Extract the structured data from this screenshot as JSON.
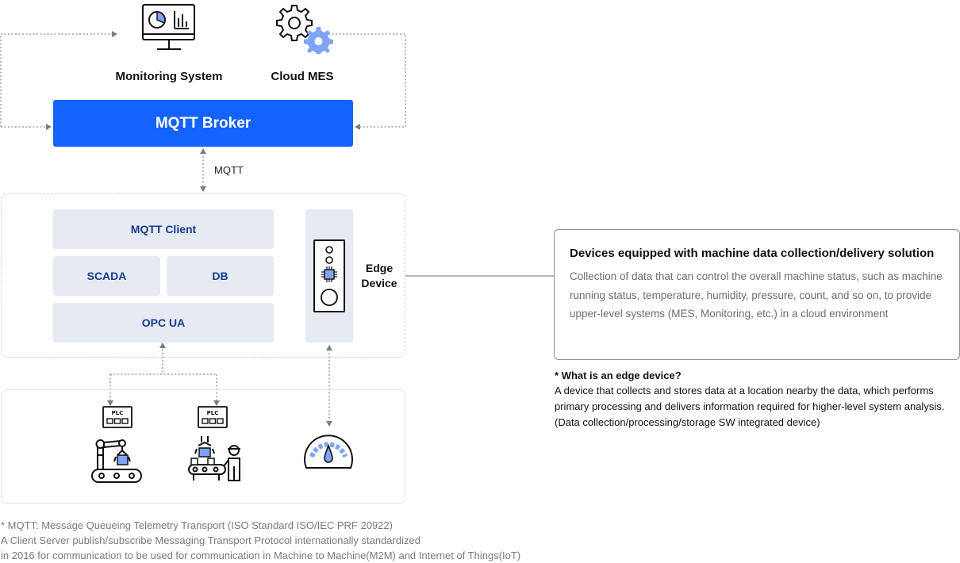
{
  "top_icons": {
    "monitoring_label": "Monitoring System",
    "cloud_mes_label": "Cloud MES"
  },
  "broker": {
    "label": "MQTT Broker"
  },
  "protocol_label": "MQTT",
  "edge_stack": {
    "mqtt_client": "MQTT Client",
    "scada": "SCADA",
    "db": "DB",
    "opc_ua": "OPC UA"
  },
  "edge_device": {
    "label_line1": "Edge",
    "label_line2": "Device"
  },
  "plc_label": "PLC",
  "info_box": {
    "title": "Devices equipped with machine data collection/delivery solution",
    "body": "Collection of data that can control the overall machine status, such as machine running status, temperature, humidity, pressure, count, and so on, to provide upper-level systems (MES, Monitoring, etc.) in a cloud environment"
  },
  "edge_question": {
    "title": "* What is an edge device?",
    "body": "A device that collects and stores data at a location nearby the data, which performs primary processing and delivers information required for higher-level system analysis. (Data collection/processing/storage SW integrated device)"
  },
  "footnote": {
    "line1": "* MQTT: Message Queueing Telemetry Transport (ISO Standard ISO/IEC PRF 20922)",
    "line2": "A Client Server publish/subscribe Messaging Transport Protocol internationally standardized",
    "line3": "in 2016 for communication to be used for communication in Machine to Machine(M2M) and Internet of Things(IoT)"
  },
  "colors": {
    "accent_blue": "#1463ff",
    "light_blue": "#7ea4f5",
    "block_bg": "#e6eaf3",
    "block_text": "#163c8c",
    "dashed_line": "#8c8f96"
  }
}
